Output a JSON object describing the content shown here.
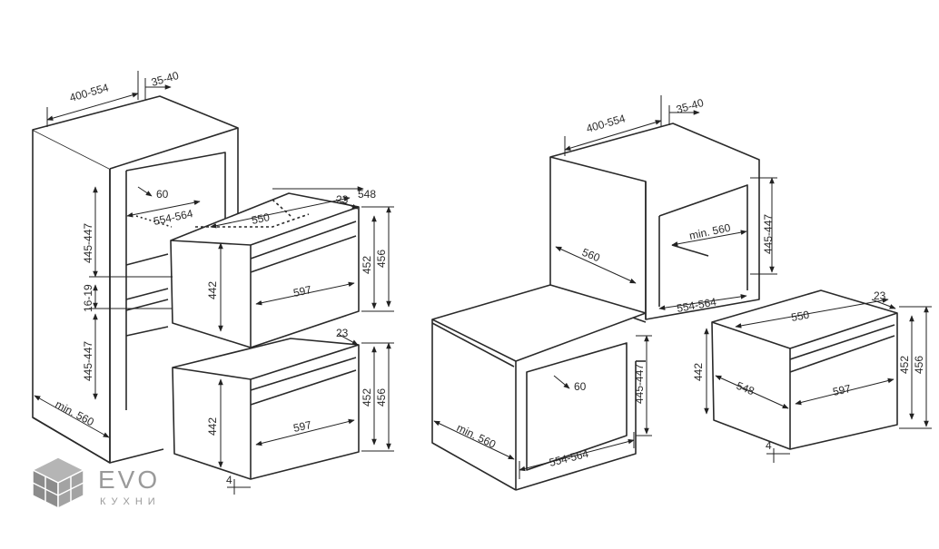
{
  "diagram": {
    "left_assembly": {
      "niche_width": "400-554",
      "back_gap": "35-40",
      "cutout_width": "554-564",
      "vent_depth": "60",
      "upper_niche_height": "445-447",
      "lower_niche_height": "445-447",
      "shelf_thickness": "16-19",
      "min_depth": "min. 560",
      "upper_oven": {
        "depth": "548",
        "inner_depth": "550",
        "rear_step": "23",
        "width": "597",
        "body_height": "442",
        "front_height": "452",
        "total_height": "456"
      },
      "lower_oven": {
        "rear_step": "23",
        "width": "597",
        "body_height": "442",
        "front_height": "452",
        "total_height": "456",
        "bottom_gap": "4"
      }
    },
    "right_assembly": {
      "niche_width": "400-554",
      "back_gap": "35-40",
      "top_niche_height": "445-447",
      "top_niche_depth": "min. 560",
      "niche_side_depth": "560",
      "top_cutout_width": "554-564",
      "lower_niche_height": "445-447",
      "lower_vent_depth": "60",
      "lower_min_depth": "min. 560",
      "lower_cutout_width": "554-564",
      "oven": {
        "inner_depth": "550",
        "rear_step": "23",
        "depth": "548",
        "width": "597",
        "body_height": "442",
        "front_height": "452",
        "total_height": "456",
        "bottom_gap": "4"
      }
    }
  },
  "logo": {
    "main": "EVO",
    "sub": "КУХНИ",
    "color": "#9a9a9a"
  }
}
